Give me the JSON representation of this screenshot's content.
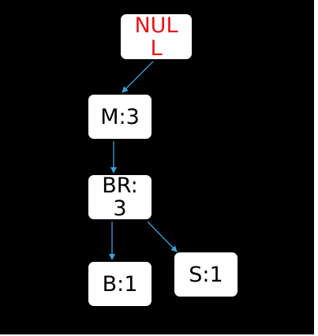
{
  "diagram": {
    "nodes": [
      {
        "id": "null",
        "label": "NUL\nL",
        "color": "#e8141a"
      },
      {
        "id": "m",
        "label": "M:3",
        "color": "#000000"
      },
      {
        "id": "br",
        "label": "BR:\n3",
        "color": "#000000"
      },
      {
        "id": "b",
        "label": "B:1",
        "color": "#000000"
      },
      {
        "id": "s",
        "label": "S:1",
        "color": "#000000"
      }
    ],
    "edges": [
      {
        "from": "null",
        "to": "m"
      },
      {
        "from": "m",
        "to": "br"
      },
      {
        "from": "br",
        "to": "b"
      },
      {
        "from": "br",
        "to": "s"
      }
    ],
    "colors": {
      "background": "#000000",
      "node_fill": "#ffffff",
      "edge": "#3ea0d8",
      "root_text": "#e8141a"
    }
  }
}
